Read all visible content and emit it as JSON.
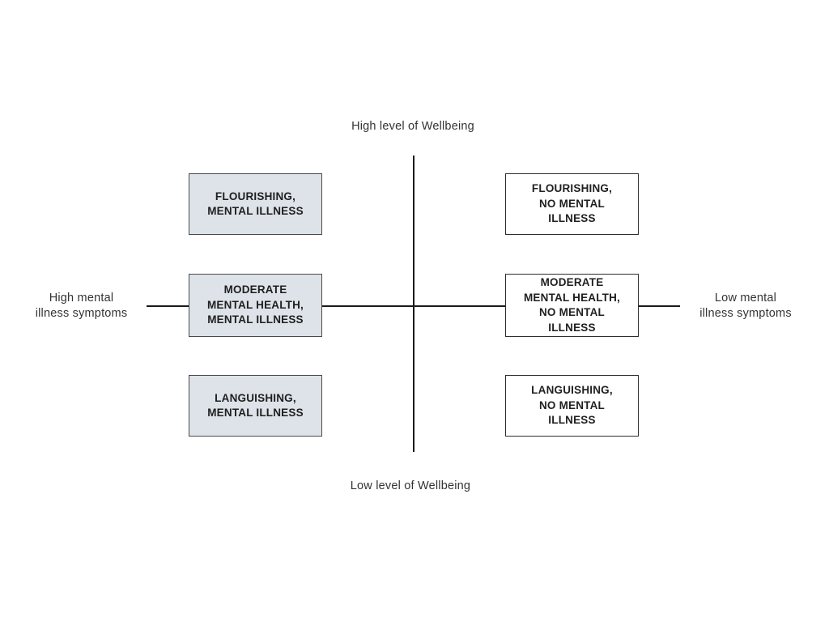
{
  "axes": {
    "top_label": "High level of Wellbeing",
    "bottom_label": "Low level of Wellbeing",
    "left_label": "High mental\nillness symptoms",
    "right_label": "Low mental\nillness symptoms"
  },
  "boxes": {
    "flourishing_mental_illness": {
      "label": "FLOURISHING,\nMENTAL ILLNESS",
      "shaded": true
    },
    "flourishing_no_mental_illness": {
      "label": "FLOURISHING,\nNO MENTAL\nILLNESS",
      "shaded": false
    },
    "moderate_mental_health_mental_illness": {
      "label": "MODERATE\nMENTAL HEALTH,\nMENTAL ILLNESS",
      "shaded": true
    },
    "moderate_mental_health_no_mental_illness": {
      "label": "MODERATE\nMENTAL HEALTH,\nNO MENTAL\nILLNESS",
      "shaded": false
    },
    "languishing_mental_illness": {
      "label": "LANGUISHING,\nMENTAL ILLNESS",
      "shaded": true
    },
    "languishing_no_mental_illness": {
      "label": "LANGUISHING,\nNO MENTAL\nILLNESS",
      "shaded": false
    }
  },
  "colors": {
    "shaded_box_fill": "#dde3e8",
    "white_box_fill": "#ffffff",
    "shaded_box_border": "#4a4a4a",
    "white_box_border": "#2e2e2e",
    "axis_line": "#1a1a1a",
    "box_text": "#1f1f1f",
    "label_text": "#333333",
    "background": "#ffffff"
  }
}
